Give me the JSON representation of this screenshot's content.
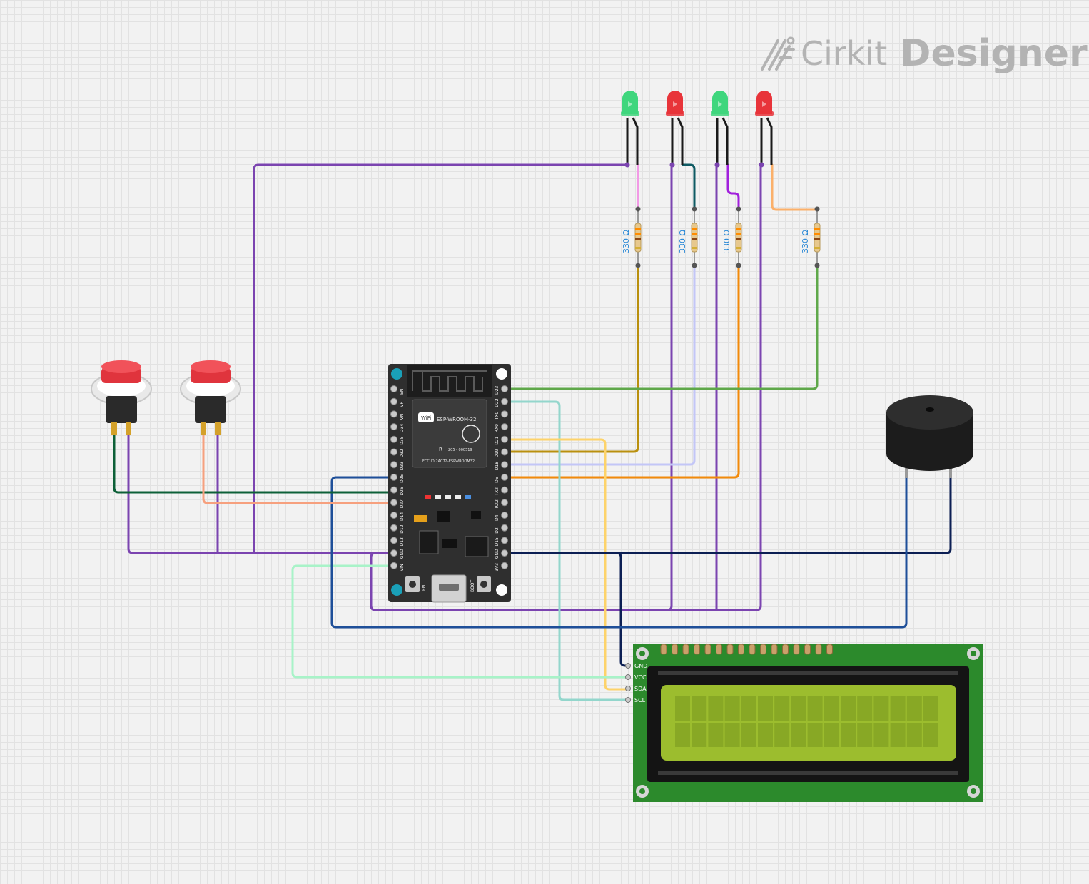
{
  "logo": {
    "word1": "Cirkit",
    "word2": "Designer",
    "icon": "cirkit-logo-icon"
  },
  "esp32": {
    "module_label": "ESP-WROOM-32",
    "wifi_label": "WiFi",
    "cert_r": "R",
    "cert_code": "205 - 000519",
    "fcc_text": "FCC ID:2AC7Z-ESPWROOM32",
    "en_button": "EN",
    "boot_button": "BOOT",
    "left_pins": [
      "EN",
      "VP",
      "VN",
      "D34",
      "D35",
      "D32",
      "D33",
      "D25",
      "D26",
      "D27",
      "D14",
      "D12",
      "D13",
      "GND",
      "VIN"
    ],
    "right_pins": [
      "D23",
      "D22",
      "TX0",
      "RX0",
      "D21",
      "D19",
      "D18",
      "D5",
      "TX2",
      "RX2",
      "D4",
      "D2",
      "D15",
      "GND",
      "3V3"
    ]
  },
  "lcd": {
    "pins": [
      "GND",
      "VCC",
      "SDA",
      "SCL"
    ]
  },
  "resistors": [
    {
      "label": "330 Ω"
    },
    {
      "label": "330 Ω"
    },
    {
      "label": "330 Ω"
    },
    {
      "label": "330 Ω"
    }
  ],
  "leds": [
    {
      "color_name": "green",
      "color": "#3fd67d"
    },
    {
      "color_name": "red",
      "color": "#e8343a"
    },
    {
      "color_name": "green",
      "color": "#3fd67d"
    },
    {
      "color_name": "red",
      "color": "#e8343a"
    }
  ],
  "colors": {
    "purple": "#7b44b0",
    "pink": "#f29ae6",
    "teal_dark": "#0e5a63",
    "magenta": "#a11fdc",
    "peach": "#fbb06a",
    "gold": "#b9900e",
    "lavender": "#c3c6f7",
    "orange": "#f28a0a",
    "green": "#5fa84a",
    "mint": "#93d6cc",
    "yellow": "#fdd36a",
    "navy": "#0c1f54",
    "blue": "#1e4f99",
    "green_dark": "#0d6038",
    "salmon": "#f6a07e",
    "mint_light": "#a8f3c8"
  }
}
